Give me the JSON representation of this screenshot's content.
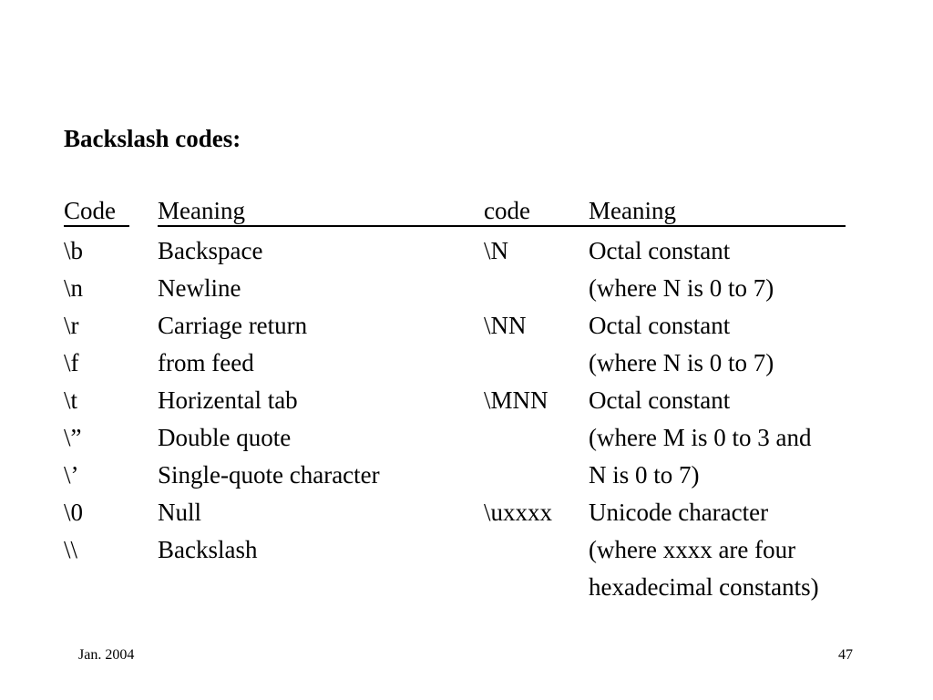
{
  "slide": {
    "title": "Backslash codes:",
    "headers": {
      "code1": "Code",
      "meaning1": "Meaning",
      "code2": "code",
      "meaning2": "Meaning"
    },
    "rows": [
      {
        "code1": "\\b",
        "meaning1": "Backspace",
        "code2": "\\N",
        "meaning2": "Octal constant"
      },
      {
        "code1": "\\n",
        "meaning1": "Newline",
        "code2": "",
        "meaning2": "(where N is 0 to 7)"
      },
      {
        "code1": "\\r",
        "meaning1": "Carriage return",
        "code2": "\\NN",
        "meaning2": "Octal constant"
      },
      {
        "code1": "\\f",
        "meaning1": "from feed",
        "code2": "",
        "meaning2": "(where N is 0 to 7)"
      },
      {
        "code1": "\\t",
        "meaning1": "Horizental tab",
        "code2": "\\MNN",
        "meaning2": "Octal constant"
      },
      {
        "code1": "\\”",
        "meaning1": "Double quote",
        "code2": "",
        "meaning2": "(where M is 0 to 3 and"
      },
      {
        "code1": "\\’",
        "meaning1": "Single-quote character",
        "code2": "",
        "meaning2": "N is 0 to 7)"
      },
      {
        "code1": "\\0",
        "meaning1": "Null",
        "code2": "\\uxxxx",
        "meaning2": "Unicode character"
      },
      {
        "code1": "\\\\",
        "meaning1": "Backslash",
        "code2": "",
        "meaning2": "(where xxxx are four"
      },
      {
        "code1": "",
        "meaning1": "",
        "code2": "",
        "meaning2": "hexadecimal constants)"
      }
    ]
  },
  "footer": {
    "date": "Jan. 2004",
    "page_number": "47"
  }
}
